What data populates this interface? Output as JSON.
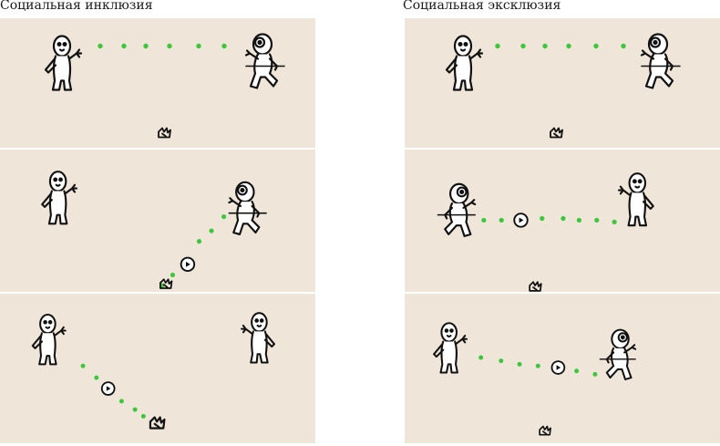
{
  "columns": [
    {
      "title": "Социальная инклюзия",
      "panels": [
        {
          "scene": "throw-to-other"
        },
        {
          "scene": "throw-to-participant"
        },
        {
          "scene": "participant-throws-back"
        }
      ]
    },
    {
      "title": "Социальная эксклюзия",
      "panels": [
        {
          "scene": "throw-to-other"
        },
        {
          "scene": "others-pass-ball"
        },
        {
          "scene": "others-pass-ball-again"
        }
      ]
    }
  ],
  "colors": {
    "panel_bg": "#efe6d9",
    "ball_path": "#3cc83c",
    "figure_stroke": "#111111"
  },
  "icons": [
    "cartoon-figure",
    "hand-icon",
    "ball-icon"
  ]
}
